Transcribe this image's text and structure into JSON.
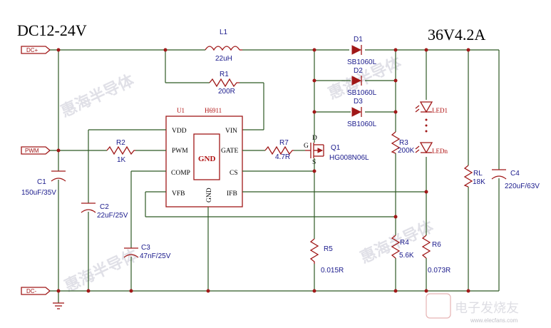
{
  "titles": {
    "input": "DC12-24V",
    "output": "36V4.2A"
  },
  "ports": {
    "dc_plus": "DC+",
    "pwm": "PWM",
    "dc_minus": "DC-"
  },
  "ic": {
    "ref": "U1",
    "part": "H6911",
    "center": "GND",
    "pins": {
      "vdd": "VDD",
      "vin": "VIN",
      "pwm": "PWM",
      "gate": "GATE",
      "comp": "COMP",
      "cs": "CS",
      "vfb": "VFB",
      "gnd": "GND",
      "ifb": "IFB"
    }
  },
  "components": {
    "L1": {
      "ref": "L1",
      "value": "22uH"
    },
    "R1": {
      "ref": "R1",
      "value": "200R"
    },
    "R2": {
      "ref": "R2",
      "value": "1K"
    },
    "R7": {
      "ref": "R7",
      "value": "4.7R"
    },
    "Q1": {
      "ref": "Q1",
      "value": "HG008N06L",
      "g": "G",
      "d": "D",
      "s": "S"
    },
    "D1": {
      "ref": "D1",
      "value": "SB1060L"
    },
    "D2": {
      "ref": "D2",
      "value": "SB1060L"
    },
    "D3": {
      "ref": "D3",
      "value": "SB1060L"
    },
    "R3": {
      "ref": "R3",
      "value": "200K"
    },
    "R4": {
      "ref": "R4",
      "value": "5.6K"
    },
    "R5": {
      "ref": "R5",
      "value": "0.015R"
    },
    "R6": {
      "ref": "R6",
      "value": "0.073R"
    },
    "RL": {
      "ref": "RL",
      "value": "18K"
    },
    "C1": {
      "ref": "C1",
      "value": "150uF/35V"
    },
    "C2": {
      "ref": "C2",
      "value": "22uF/25V"
    },
    "C3": {
      "ref": "C3",
      "value": "47nF/25V"
    },
    "C4": {
      "ref": "C4",
      "value": "220uF/63V"
    },
    "LED1": {
      "ref": "LED1"
    },
    "LEDn": {
      "ref": "LEDn"
    }
  },
  "watermarks": [
    "惠海半导体",
    "惠海半导体",
    "惠海半导体",
    "惠海半导体"
  ],
  "logo": {
    "text": "电子发烧友",
    "site": "www.elecfans.com"
  }
}
